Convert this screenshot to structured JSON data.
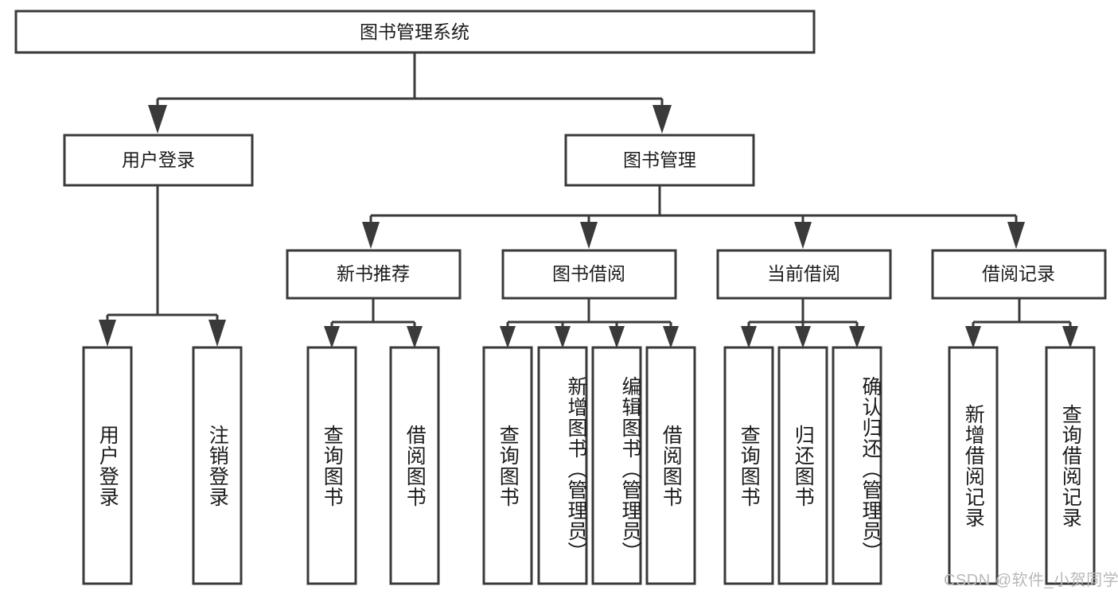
{
  "diagram": {
    "type": "tree-hierarchy",
    "title": "图书管理系统",
    "watermark": "CSDN @软件_小贺同学",
    "colors": {
      "stroke": "#3a3a3a",
      "fill": "#ffffff",
      "text": "#1b1b1b",
      "watermark": "#b9b9b9"
    },
    "root": {
      "label": "图书管理系统"
    },
    "level2": [
      {
        "label": "用户登录"
      },
      {
        "label": "图书管理"
      }
    ],
    "level3": [
      {
        "label": "新书推荐"
      },
      {
        "label": "图书借阅"
      },
      {
        "label": "当前借阅"
      },
      {
        "label": "借阅记录"
      }
    ],
    "leaves": {
      "user_login": [
        {
          "label": "用户登录"
        },
        {
          "label": "注销登录"
        }
      ],
      "new_book": [
        {
          "label": "查询图书"
        },
        {
          "label": "借阅图书"
        }
      ],
      "book_borrow": [
        {
          "label": "查询图书"
        },
        {
          "label": "新增图书（管理员）"
        },
        {
          "label": "编辑图书（管理员）"
        },
        {
          "label": "借阅图书"
        }
      ],
      "current_borrow": [
        {
          "label": "查询图书"
        },
        {
          "label": "归还图书"
        },
        {
          "label": "确认归还（管理员）"
        }
      ],
      "borrow_record": [
        {
          "label": "新增借阅记录"
        },
        {
          "label": "查询借阅记录"
        }
      ]
    }
  }
}
